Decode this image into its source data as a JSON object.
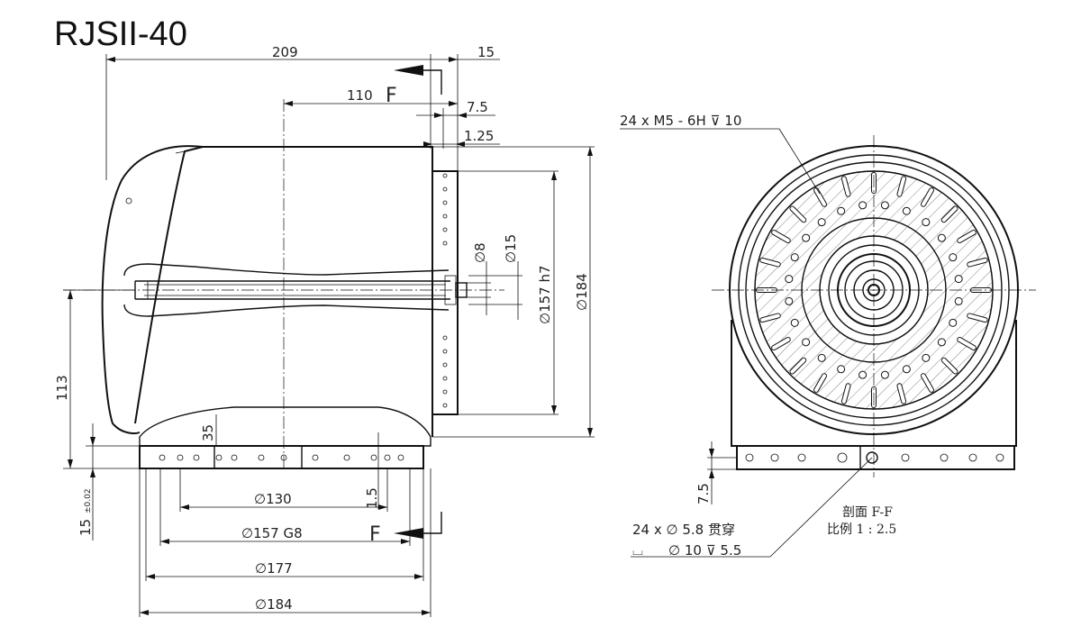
{
  "title": "RJSII-40",
  "dimensions": {
    "overall_length": "209",
    "flange_offset": "15",
    "section_offset": "110",
    "section_letter": "F",
    "dim_7_5": "7.5",
    "dim_1_25": "1.25",
    "dia_8": "8",
    "dia_15": "15",
    "dia_157h7": "157 h7",
    "dia_184_right": "184",
    "height_113": "113",
    "dim_35": "35",
    "dim_1_5": "1.5",
    "dim_15": "15",
    "tolerance_002": "±0.02",
    "dia_130": "130",
    "dia_157g8": "157 G8",
    "dia_177": "177",
    "dia_184_bottom": "184",
    "dim_7_5_right": "7.5"
  },
  "diameter_symbol": "∅",
  "notes": {
    "thread_callout": "24 x M5 - 6H ⊽ 10",
    "through_hole": "24 x ∅ 5.8 贯穿",
    "counterbore_symbol": "⌴",
    "counterbore": "∅ 10 ⊽ 5.5",
    "section_label": "剖面 F-F",
    "scale_label": "比例 1 : 2.5"
  }
}
